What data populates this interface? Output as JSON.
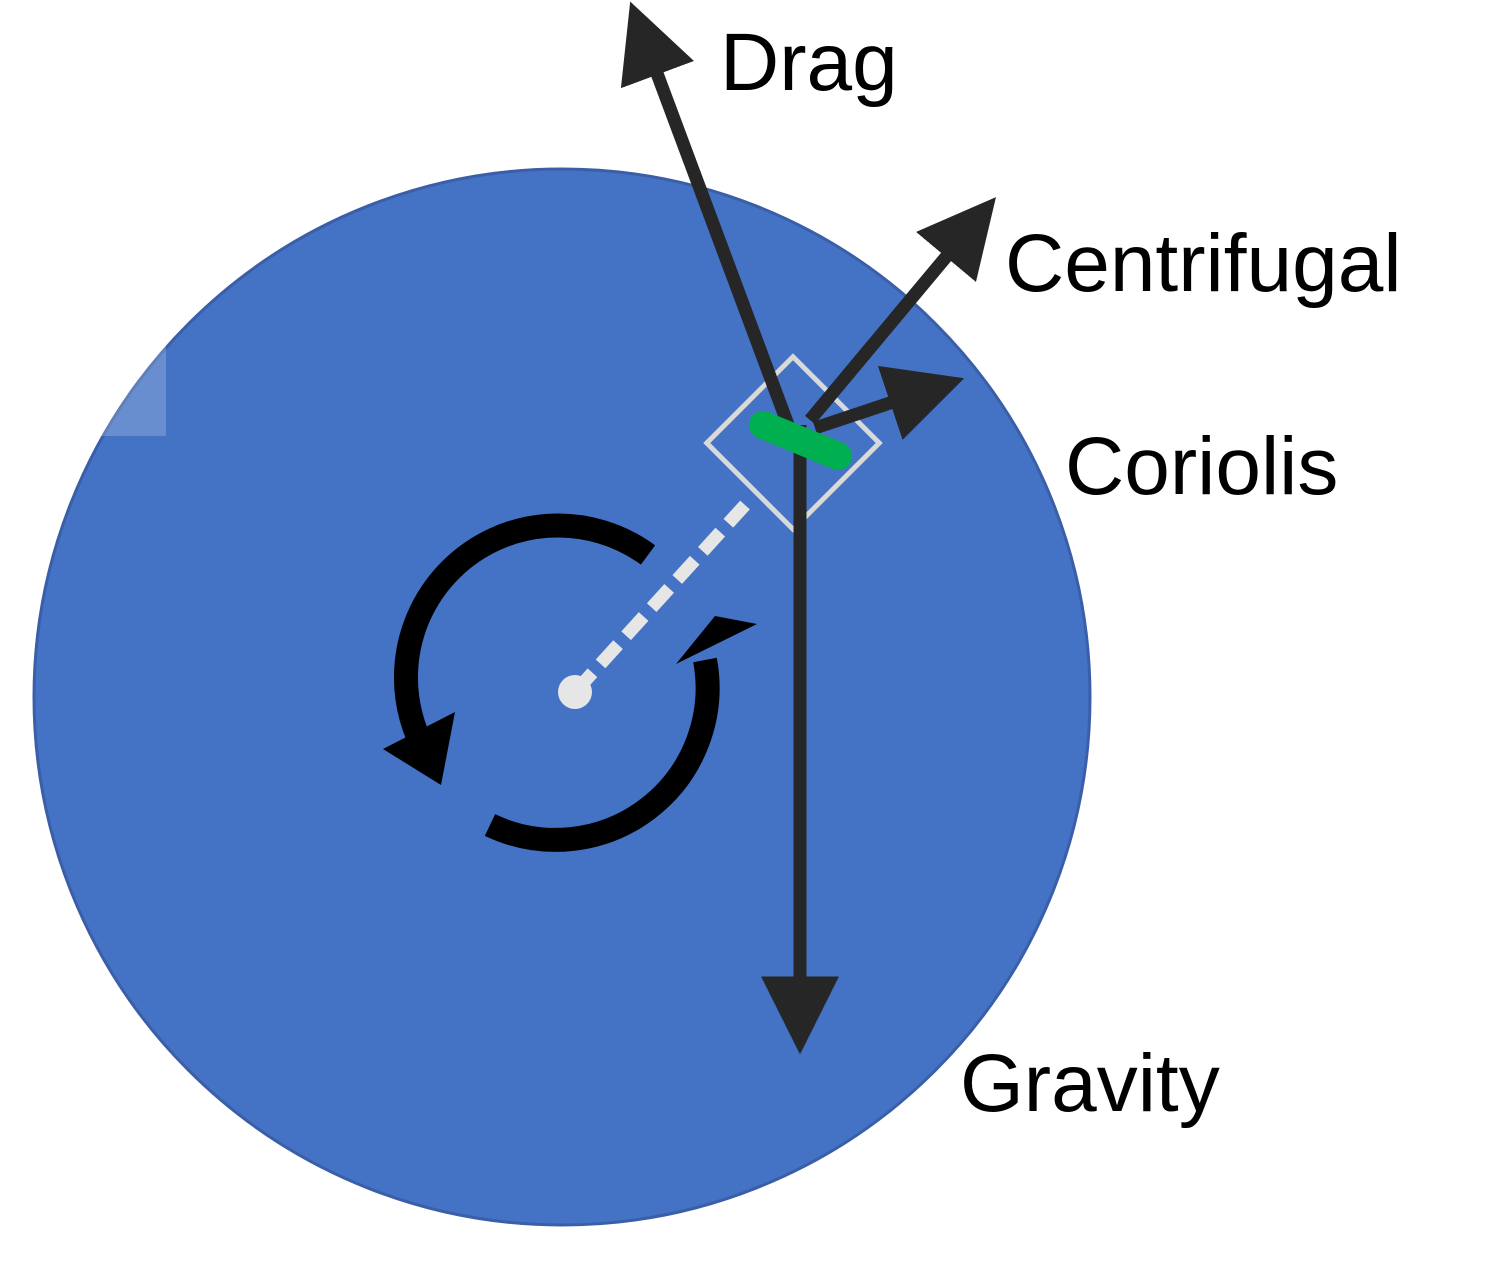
{
  "colors": {
    "disk": "#4472c4",
    "disk_edge": "#3a5fa8",
    "arrow": "#262626",
    "rotation_arrow": "#000000",
    "particle": "#00b050",
    "box": "#d9d9d9",
    "radius_line": "#e6e6e6",
    "faint_panel": "#ffffff"
  },
  "labels": {
    "drag": "Drag",
    "centrifugal": "Centrifugal",
    "coriolis": "Coriolis",
    "gravity": "Gravity"
  },
  "icons": {
    "rotation": "rotation-arrows-icon"
  }
}
